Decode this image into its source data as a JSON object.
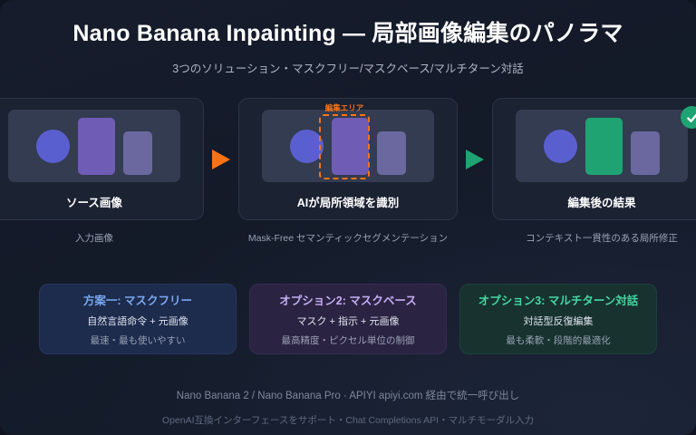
{
  "header": {
    "title": "Nano Banana Inpainting — 局部画像編集のパノラマ",
    "subtitle": "3つのソリューション・マスクフリー/マスクベース/マルチターン対話"
  },
  "flow": {
    "steps": [
      {
        "title": "ソース画像",
        "caption": "入力画像",
        "selection_label": "",
        "badge": ""
      },
      {
        "title": "AIが局所領域を識別",
        "caption": "Mask-Free セマンティックセグメンテーション",
        "selection_label": "編集エリア",
        "badge": ""
      },
      {
        "title": "編集後の結果",
        "caption": "コンテキスト一貫性のある局所修正",
        "selection_label": "",
        "badge": "check-icon"
      }
    ],
    "arrows": [
      {
        "name": "arrow-step1-to-step2",
        "color": "#f97316"
      },
      {
        "name": "arrow-step2-to-step3",
        "color": "#1fa372"
      }
    ]
  },
  "options": [
    {
      "title": "方案一: マスクフリー",
      "line1": "自然言語命令 + 元画像",
      "line2": "最速・最も使いやすい",
      "accent": "#7aa7f0"
    },
    {
      "title": "オプション2: マスクベース",
      "line1": "マスク + 指示 + 元画像",
      "line2": "最高精度・ピクセル単位の制御",
      "accent": "#c3aef2"
    },
    {
      "title": "オプション3: マルチターン対話",
      "line1": "対話型反復編集",
      "line2": "最も柔軟・段階的最適化",
      "accent": "#46d6a2"
    }
  ],
  "footer": {
    "line1": "Nano Banana 2 / Nano Banana Pro · APIYI apiyi.com 経由で統一呼び出し",
    "line2": "OpenAI互換インターフェースをサポート・Chat Completions API・マルチモーダル入力"
  },
  "colors": {
    "background": "#161c2c",
    "card": "#1b2232",
    "canvas": "#333c50",
    "shape_circle": "#5a5fd0",
    "shape_tall_purple": "#6e5cb5",
    "shape_tall_green": "#1fa372",
    "shape_short": "#6b689f",
    "orange_accent": "#f97316",
    "green_accent": "#1fa372"
  }
}
